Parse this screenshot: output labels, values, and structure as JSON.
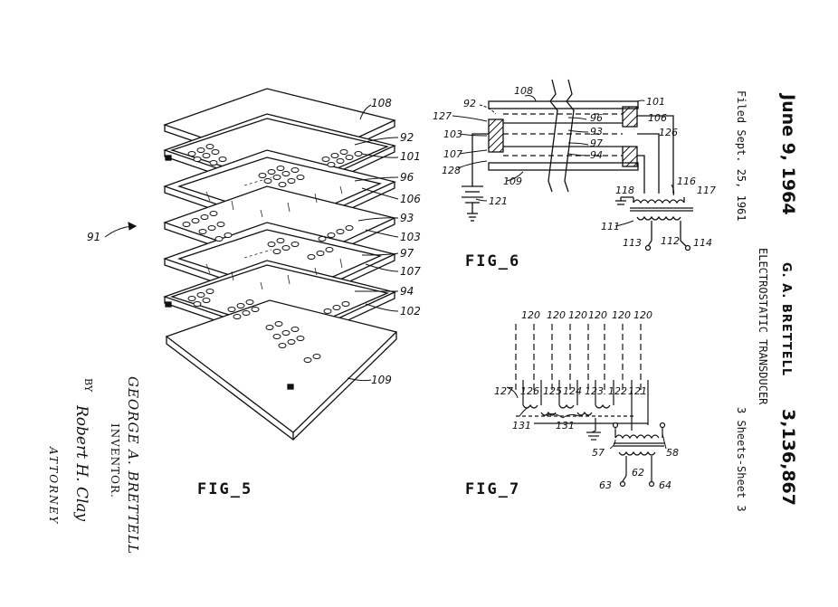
{
  "header": {
    "date": "June 9, 1964",
    "filed": "Filed Sept. 25, 1961",
    "inventor_name": "G. A. BRETTELL",
    "title": "ELECTROSTATIC TRANSDUCER",
    "patent_number": "3,136,867",
    "sheets": "3 Sheets-Sheet 3"
  },
  "signature_block": {
    "inventor": "GEORGE A. BRETTELL",
    "inventor_role": "INVENTOR.",
    "by": "BY",
    "attorney_signature": "Robert H. Clay",
    "attorney_role": "ATTORNEY"
  },
  "fig5": {
    "caption": "FIG_5",
    "ref_assembly": "91",
    "refs": [
      "108",
      "92",
      "101",
      "96",
      "106",
      "93",
      "103",
      "97",
      "107",
      "94",
      "102",
      "109"
    ]
  },
  "fig6": {
    "caption": "FIG_6",
    "refs": {
      "r108": "108",
      "r92": "92",
      "r101": "101",
      "r127": "127",
      "r106": "106",
      "r96": "96",
      "r103": "103",
      "r93": "93",
      "r126": "126",
      "r97": "97",
      "r107": "107",
      "r94": "94",
      "r128": "128",
      "r109": "109",
      "r116": "116",
      "r117": "117",
      "r118": "118",
      "r121": "121",
      "r111": "111",
      "r112": "112",
      "r113": "113",
      "r114": "114"
    }
  },
  "fig7": {
    "caption": "FIG_7",
    "top_refs": [
      "120",
      "120",
      "120",
      "120",
      "120",
      "120"
    ],
    "refs": {
      "r127": "127",
      "r126": "126",
      "r125": "125",
      "r124": "124",
      "r123": "123",
      "r122": "122",
      "r121": "121",
      "r131a": "131",
      "r131b": "131",
      "r57": "57",
      "r58": "58",
      "r62": "62",
      "r63": "63",
      "r64": "64"
    }
  }
}
